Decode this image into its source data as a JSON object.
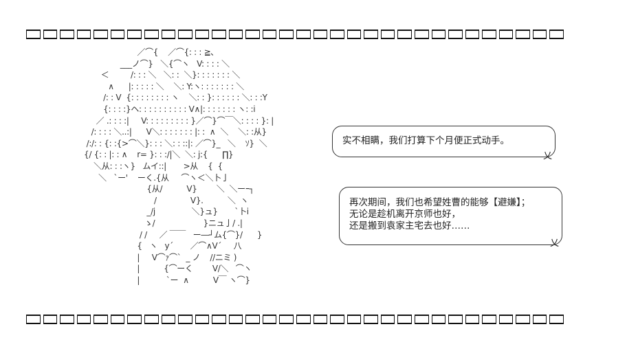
{
  "art_lines": [
    "                          ／⌒{    ／⌒{: : : ≧､",
    "                   ___ノ⌒}   ＼{⌒ヽ   V: : : : ＼",
    "           ＜         /: : : ＼   ＼: :  ＼}: : : : : : : ＼",
    "              ∧      |: : : : : ＼    ＼: Y:ヽ: : : : : : : ＼",
    "            /: : V  {: : : : : : : : ヽ    ＼: : }: : : : : : ＼: : :Y",
    "            {: : : :}ヘ: : : : : : : : : : V∧|: : : : : : : ヽ: :i",
    "         ／ .: : : :|     V: : : : : : : : : }／⌒}⌒￣＼: : : : }: |",
    "       /: : : : ＼..:|      V＼: : : : : : : |: :  ∧  ＼    ＼: :从}",
    "     /:/: : {: :{>⌒＼}: : : ＼: : ::|: ／⌒}_   ＼    ｿ}  ＼",
    "    {/ {: : |: : ∧    r= }: : :/|＼  ＼: j:{      ∏}",
    "        ＼从: : :ヽ}   ムイ::|       >从    {  {",
    "          ＼   `ー'    ーく.{从     ⌒ヽ＜＼卜亅",
    "                              {从/          V}        ＼  ＼ーｰ┐",
    "                                 /              V}.          ＼  ヽ",
    "                              _/j               ＼}ュ}       `卜i",
    "                             ゝ/                    }ニュ亅/ .|",
    "                           / /     ／ ￣￣   ー―┘ム{⌒}/      }",
    "                          {   ヽ   y´       ／⌒∧V´     八",
    "                          |     V⌒ｧ⌒`  _ ノ    //ニミ )",
    "                          |          {⌒ーく        V/＼   ⌒ヽ",
    "                          |           `ー  ∧          V￣ ヽ⌒}"
  ],
  "bubbles": [
    {
      "lines": [
        "实不相瞒，我们打算下个月便正式动手。"
      ]
    },
    {
      "lines": [
        "再次期间，我们也希望姓曹的能够【避嫌】；",
        "无论是趁机离开京师也好，",
        "还是搬到袁家主宅去也好……"
      ]
    }
  ]
}
